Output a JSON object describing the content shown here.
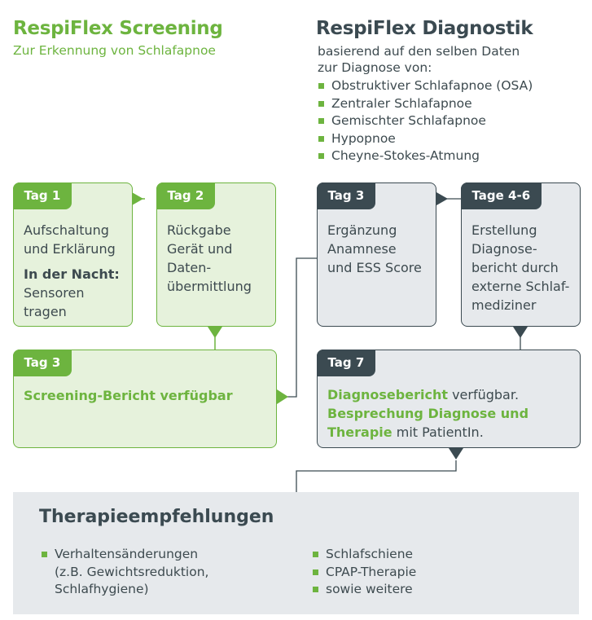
{
  "screening": {
    "title": "RespiFlex Screening",
    "subtitle": "Zur Erkennung von Schlafapnoe"
  },
  "diagnostik": {
    "title": "RespiFlex Diagnostik",
    "intro_line1": "basierend auf den selben Daten",
    "intro_line2": "zur Diagnose von:",
    "items": [
      "Obstruktiver Schlafapnoe (OSA)",
      "Zentraler Schlafapnoe",
      "Gemischter Schlafapnoe",
      "Hypopnoe",
      "Cheyne-Stokes-Atmung"
    ]
  },
  "steps": {
    "s_tag1": {
      "tag": "Tag 1",
      "lines": [
        "Aufschaltung",
        "und Erklärung"
      ],
      "bold": "In der Nacht:",
      "lines2": [
        "Sensoren",
        "tragen"
      ]
    },
    "s_tag2": {
      "tag": "Tag 2",
      "lines": [
        "Rückgabe",
        "Gerät und",
        "Daten-",
        "übermittlung"
      ]
    },
    "s_tag3": {
      "tag": "Tag 3",
      "text": "Screening-Bericht verfügbar"
    },
    "d_tag3": {
      "tag": "Tag 3",
      "lines": [
        "Ergänzung",
        "Anamnese",
        "und ESS Score"
      ]
    },
    "d_tag46": {
      "tag": "Tage 4-6",
      "lines": [
        "Erstellung",
        "Diagnose-",
        "bericht durch",
        "externe Schlaf-",
        "mediziner"
      ]
    },
    "d_tag7": {
      "tag": "Tag 7",
      "l1_strong": "Diagnosebericht",
      "l1_rest": " verfügbar.",
      "l2_strong": "Besprechung Diagnose und",
      "l3_strong": "Therapie",
      "l3_rest": " mit PatientIn."
    }
  },
  "therapy": {
    "title": "Therapieempfehlungen",
    "left_item_lines": [
      "Verhaltensänderungen",
      "(z.B. Gewichtsreduktion,",
      "Schlafhygiene)"
    ],
    "right_items": [
      "Schlafschiene",
      "CPAP-Therapie",
      "sowie weitere"
    ]
  },
  "colors": {
    "green": "#6db43f",
    "green_fill": "#e6f2dc",
    "dark": "#3b4a51",
    "grey_fill": "#e6e9ec"
  }
}
